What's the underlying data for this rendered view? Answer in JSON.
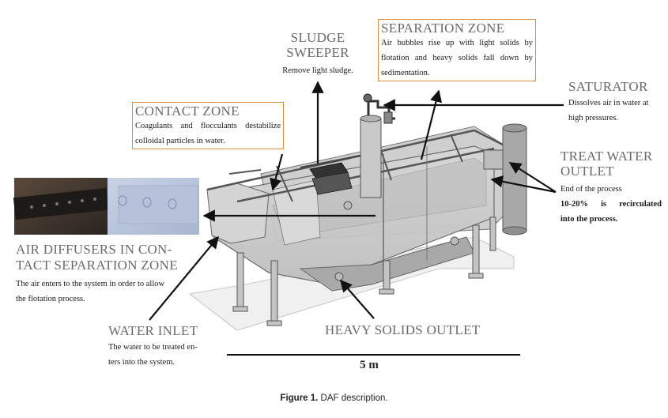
{
  "labels": {
    "separation_zone": {
      "title": "SEPARATION ZONE",
      "desc": "Air bubbles rise up with light solids by flotation and heavy solids fall down by sedimentation."
    },
    "sludge_sweeper": {
      "title_line1": "SLUDGE",
      "title_line2": "SWEEPER",
      "desc": "Remove light sludge."
    },
    "saturator": {
      "title": "SATURATOR",
      "desc_line1": "Dissolves air in water at",
      "desc_line2": "high pressures."
    },
    "contact_zone": {
      "title": "CONTACT ZONE",
      "desc": "Coagulants and flocculants destabilize colloidal particles in water."
    },
    "treat_water_outlet": {
      "title_line1": "TREAT WATER",
      "title_line2": "OUTLET",
      "desc_line1": "End of the process",
      "desc_line2": "10-20% is recirculated",
      "desc_line3": "into the process."
    },
    "air_diffusers": {
      "title_line1": "AIR DIFFUSERS IN CON-",
      "title_line2": "TACT SEPARATION ZONE",
      "desc_line1": "The air enters to the system in order to allow",
      "desc_line2": "the flotation process."
    },
    "water_inlet": {
      "title": "WATER INLET",
      "desc_line1": "The water to be treated en-",
      "desc_line2": "ters into the system."
    },
    "heavy_solids_outlet": {
      "title": "HEAVY SOLIDS OUTLET"
    }
  },
  "scale_label": "5 m",
  "caption": {
    "label": "Figure 1.",
    "text": " DAF description."
  }
}
